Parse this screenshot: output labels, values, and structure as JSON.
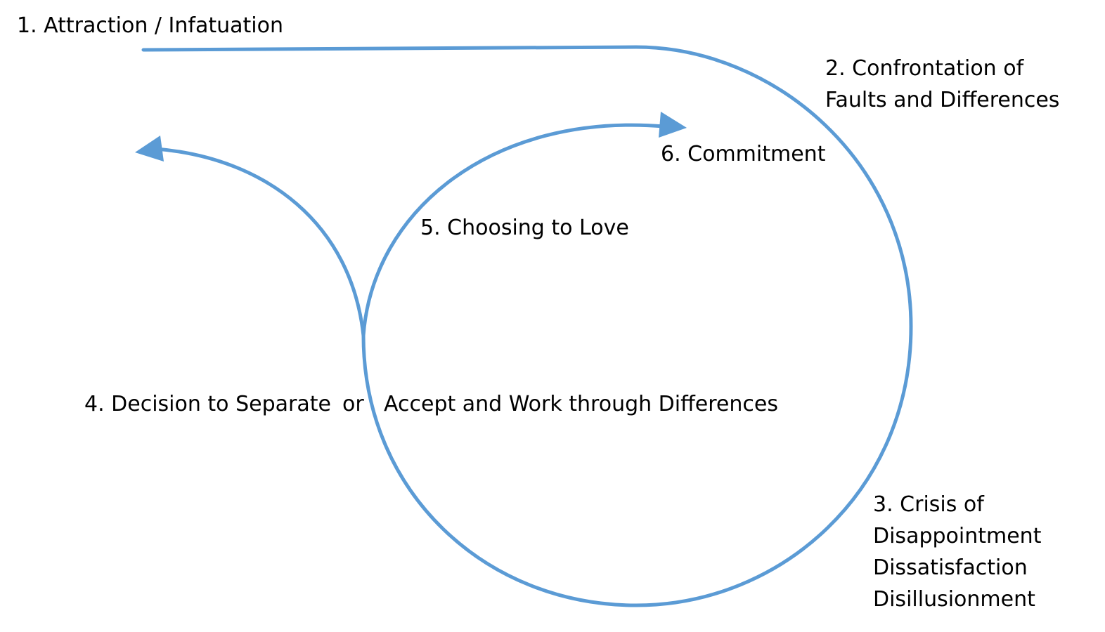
{
  "stages": {
    "attraction": "1. Attraction / Infatuation",
    "confrontation": [
      "2. Confrontation of",
      "Faults and Differences"
    ],
    "crisis": [
      "3. Crisis of",
      "Disappointment",
      "Dissatisfaction",
      "Disillusionment"
    ],
    "decision": "4. Decision to Separate",
    "or": "or",
    "accept": "Accept and Work through Differences",
    "choosing": "5. Choosing to Love",
    "commitment": "6. Commitment"
  },
  "colors": {
    "line": "#5b9bd5",
    "text": "#000000",
    "background": "#ffffff"
  }
}
